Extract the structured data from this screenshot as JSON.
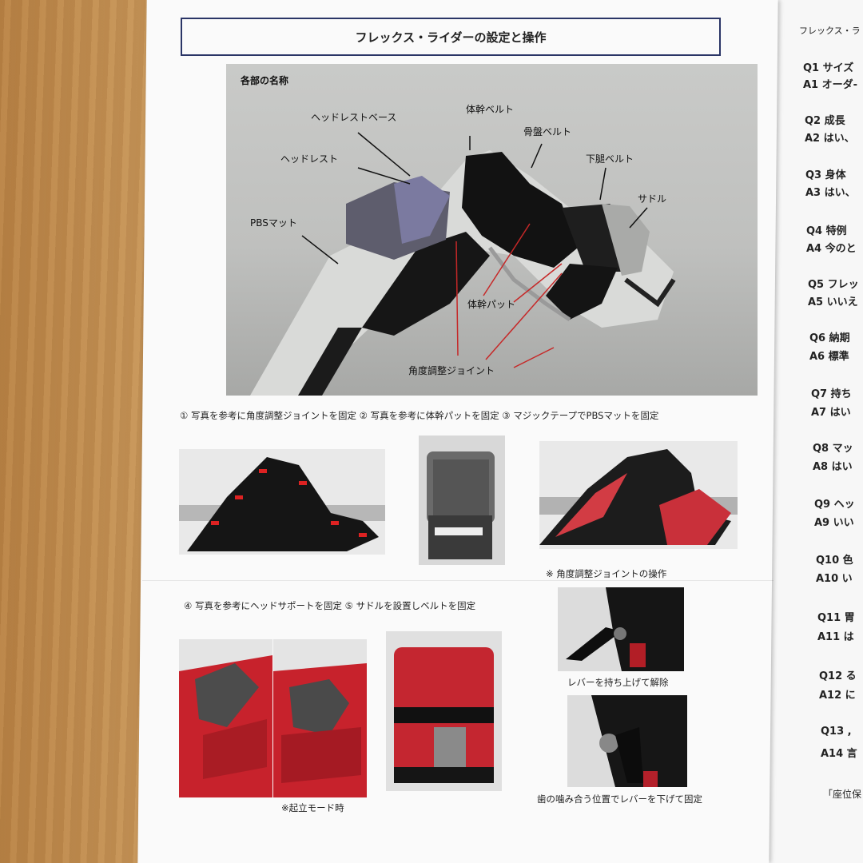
{
  "doc": {
    "title": "フレックス・ライダーの設定と操作",
    "section_label": "各部の名称",
    "parts": {
      "headrest_base": "ヘッドレストベース",
      "trunk_belt": "体幹ベルト",
      "pelvis_belt": "骨盤ベルト",
      "headrest": "ヘッドレスト",
      "lower_leg_belt": "下腿ベルト",
      "saddle": "サドル",
      "pbs_mat": "PBSマット",
      "trunk_pad": "体幹パット",
      "angle_joint": "角度調整ジョイント"
    },
    "steps_1_3": "① 写真を参考に角度調整ジョイントを固定 ② 写真を参考に体幹パットを固定 ③ マジックテープでPBSマットを固定",
    "joint_note": "※ 角度調整ジョイントの操作",
    "steps_4_5": "④ 写真を参考にヘッドサポートを固定 ⑤ サドルを設置しベルトを固定",
    "lever_release": "レバーを持ち上げて解除",
    "standing_mode": "※起立モード時",
    "lever_fix": "歯の噛み合う位置でレバーを下げて固定"
  },
  "faq": {
    "header": "フレックス・ラ",
    "lines": [
      "Q1 サイズ",
      "A1 オーダ-",
      "Q2 成長",
      "A2 はい、",
      "Q3 身体",
      "A3 はい、",
      "Q4 特例",
      "A4 今のと",
      "Q5 フレッ",
      "A5 いいえ",
      "Q6 納期",
      "A6 標準",
      "Q7 持ち",
      "A7 はい",
      "Q8 マッ",
      "A8 はい",
      "Q9 ヘッ",
      "A9 いい",
      "Q10 色",
      "A10 い",
      "Q11 胃",
      "A11 は",
      "Q12 る",
      "A12 に",
      "Q13 ,",
      "A14 言"
    ],
    "footer": "「座位保"
  }
}
